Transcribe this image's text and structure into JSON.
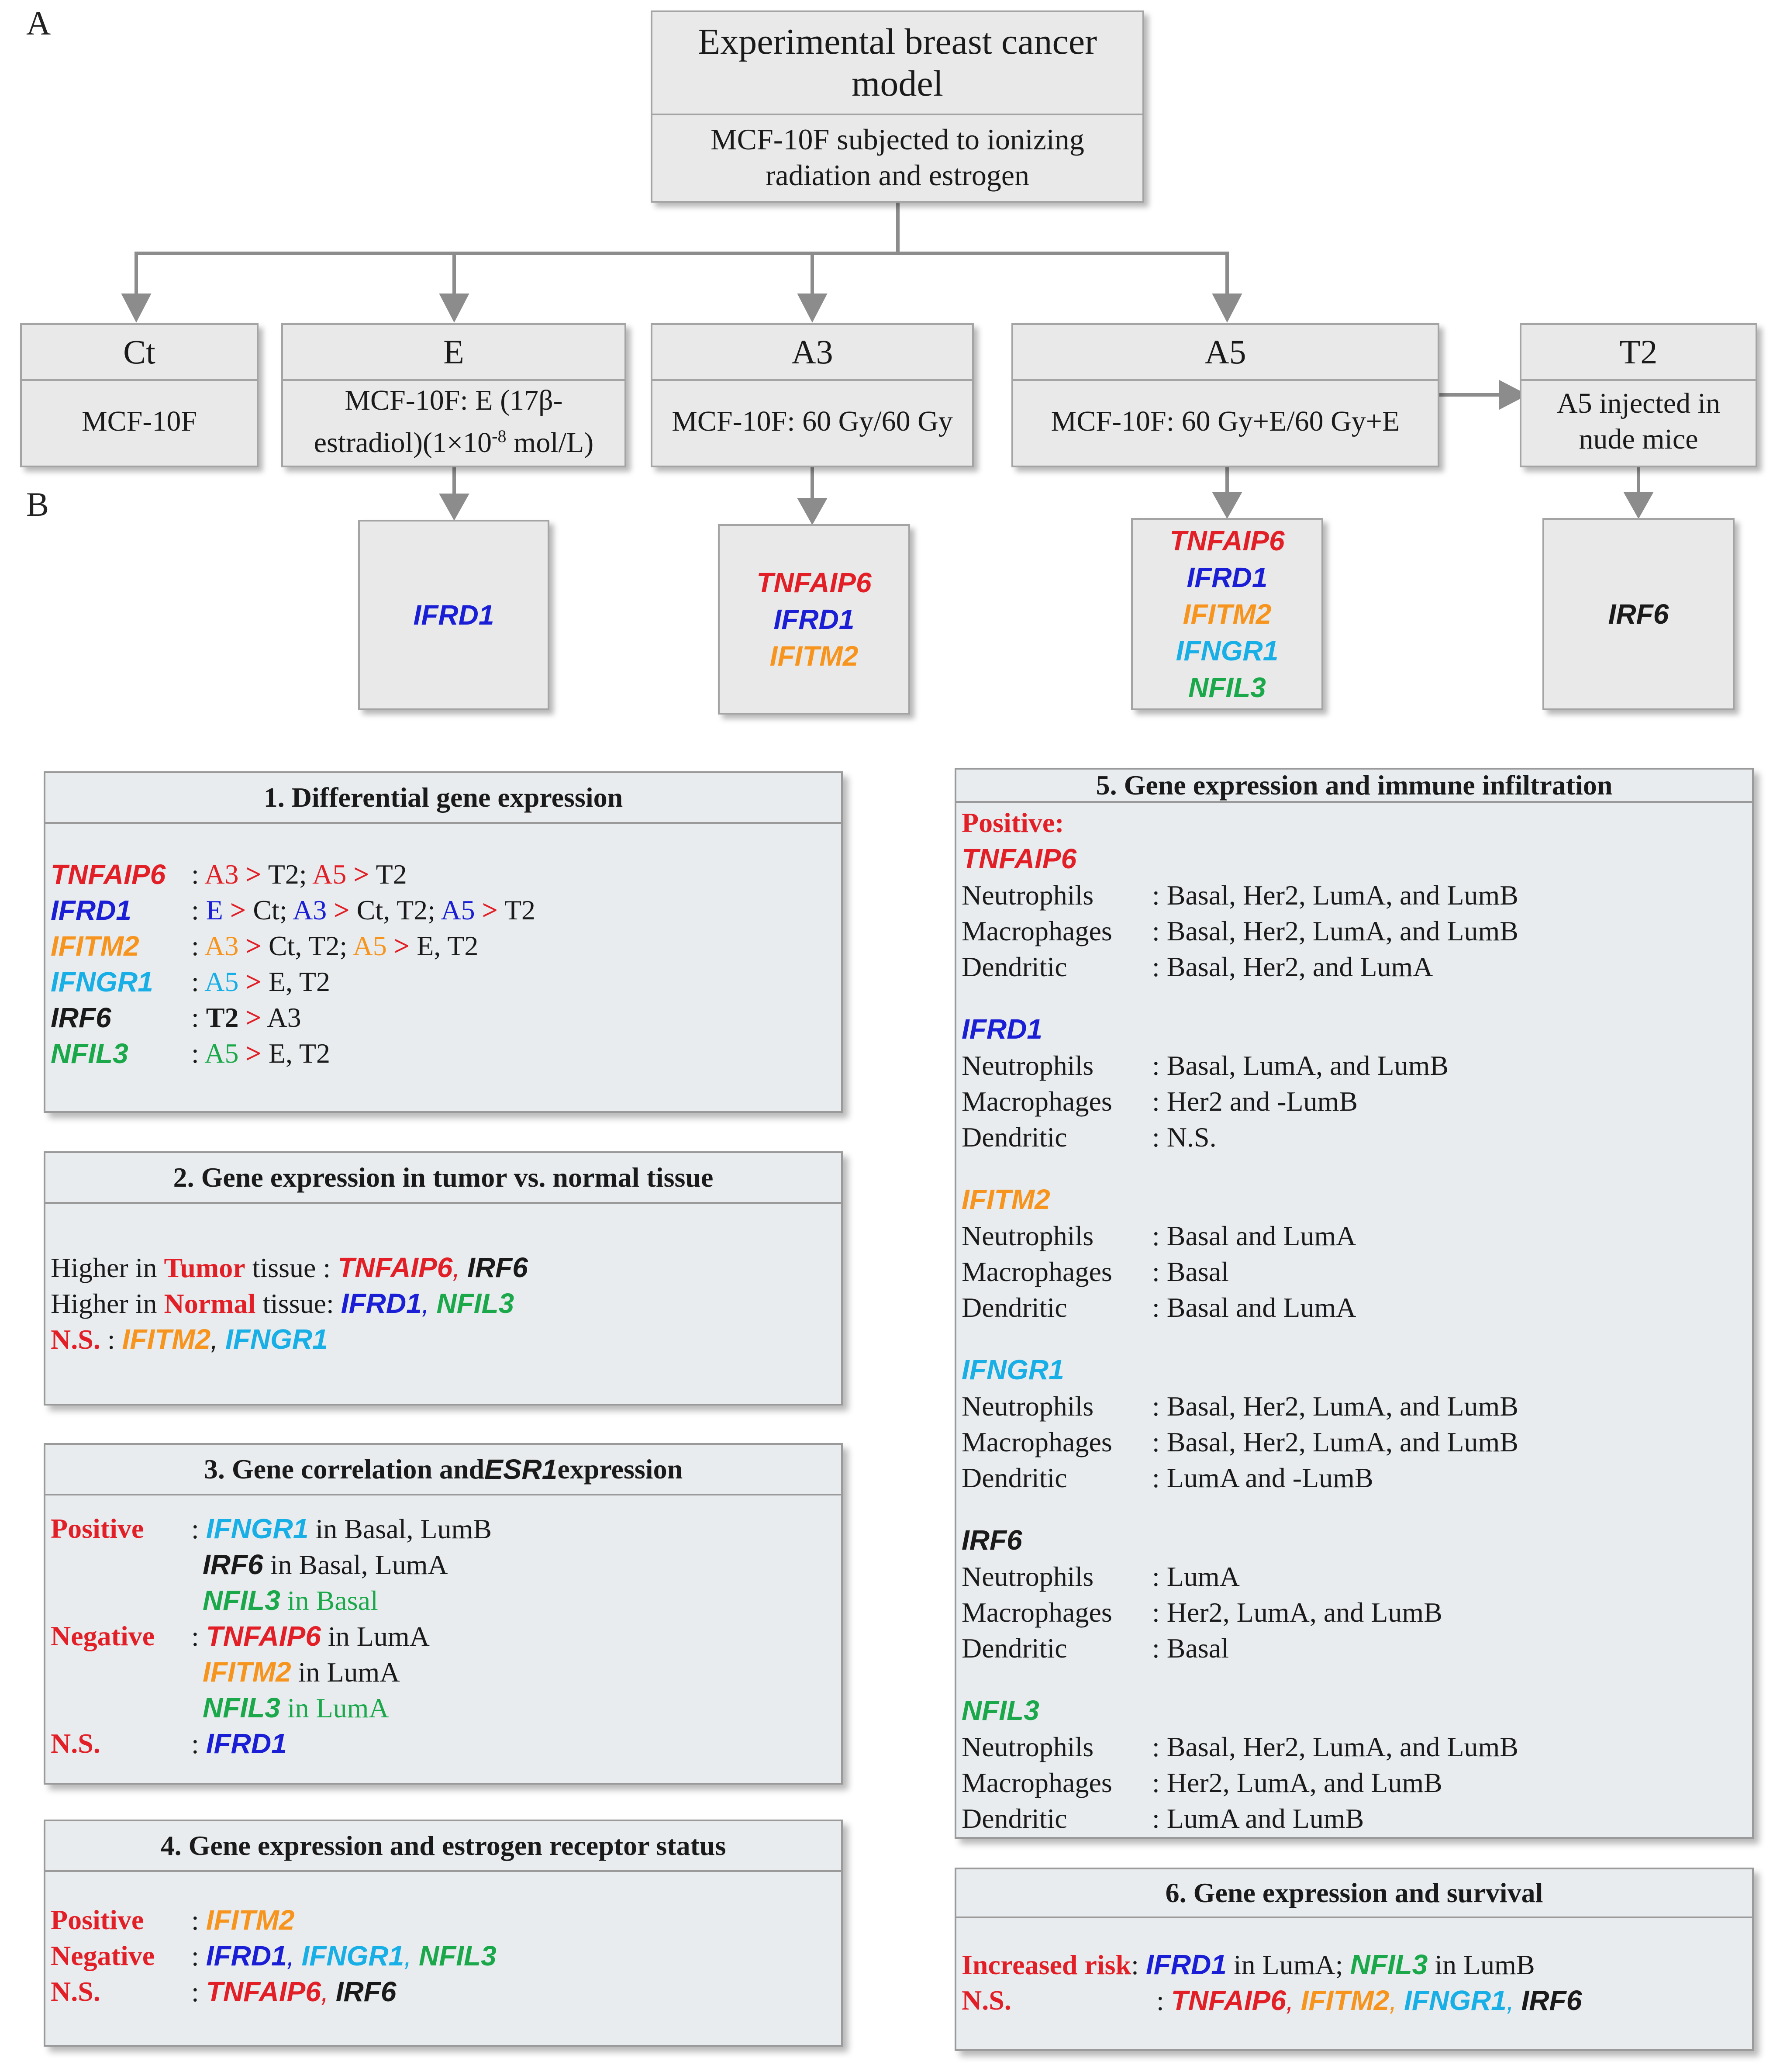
{
  "panel_a": "A",
  "panel_b": "B",
  "model": {
    "title_line1": "Experimental breast cancer",
    "title_line2": "model",
    "body_line1": "MCF-10F subjected to ionizing",
    "body_line2": "radiation and estrogen"
  },
  "cell_lines": [
    {
      "label": "Ct",
      "desc_line1": "MCF-10F",
      "desc_line2": ""
    },
    {
      "label": "E",
      "desc_line1": "MCF-10F: E (17β-",
      "desc_line2": "estradiol)(1×10",
      "desc_sup": "-8",
      "desc_tail": " mol/L)"
    },
    {
      "label": "A3",
      "desc_line1": "MCF-10F: 60 Gy/60 Gy",
      "desc_line2": ""
    },
    {
      "label": "A5",
      "desc_line1": "MCF-10F: 60 Gy+E/60 Gy+E",
      "desc_line2": ""
    },
    {
      "label": "T2",
      "desc_line1": "A5 injected in",
      "desc_line2": "nude mice"
    }
  ],
  "genes": {
    "TNFAIP6": "TNFAIP6",
    "IFRD1": "IFRD1",
    "IFITM2": "IFITM2",
    "IFNGR1": "IFNGR1",
    "IRF6": "IRF6",
    "NFIL3": "NFIL3",
    "ESR1": "ESR1"
  },
  "gene_colors": {
    "TNFAIP6": "#e21f26",
    "IFRD1": "#1a1fd6",
    "IFITM2": "#f7941d",
    "IFNGR1": "#18aee6",
    "IRF6": "#1a1a1a",
    "NFIL3": "#1aa84b"
  },
  "tokens": {
    "colon": ":",
    "gt": ">",
    "comma": ",",
    "semicolon": ";",
    "Ct": "Ct",
    "E": "E",
    "A3": "A3",
    "A5": "A5",
    "T2": "T2",
    "in_basal": "in Basal",
    "in_luma": "in LumA",
    "in_basal_lumb": "in Basal, LumB",
    "in_basal_luma": "in Basal, LumA",
    "in_lumb": "in LumB",
    "positive": "Positive",
    "negative": "Negative",
    "ns": "N.S."
  },
  "s1": {
    "title": "1. Differential gene expression"
  },
  "s2": {
    "title": "2. Gene expression in tumor vs. normal tissue",
    "r1_pre": "Higher in ",
    "r1_key": "Tumor",
    "r1_post": " tissue  : ",
    "r2_pre": "Higher in ",
    "r2_key": "Normal",
    "r2_post": " tissue: ",
    "r3_key": "N.S.",
    "r3_post": " : "
  },
  "s3": {
    "title_pre": "3. Gene correlation and ",
    "title_post": " expression"
  },
  "s4": {
    "title": "4. Gene expression and estrogen receptor status"
  },
  "s5": {
    "title": "5. Gene expression and immune infiltration",
    "positive_label": "Positive:",
    "cells": [
      "Neutrophils",
      "Macrophages",
      "Dendritic"
    ],
    "groups": [
      {
        "gene": "TNFAIP6",
        "values": [
          ": Basal, Her2, LumA, and LumB",
          ": Basal, Her2, LumA, and LumB",
          ": Basal, Her2, and LumA"
        ]
      },
      {
        "gene": "IFRD1",
        "values": [
          ": Basal, LumA, and LumB",
          ": Her2 and -LumB",
          ": N.S."
        ]
      },
      {
        "gene": "IFITM2",
        "values": [
          ": Basal and LumA",
          ": Basal",
          ": Basal and LumA"
        ]
      },
      {
        "gene": "IFNGR1",
        "values": [
          ": Basal, Her2, LumA, and LumB",
          ": Basal, Her2, LumA, and LumB",
          ": LumA and -LumB"
        ]
      },
      {
        "gene": "IRF6",
        "values": [
          ": LumA",
          ": Her2, LumA, and LumB",
          ": Basal"
        ]
      },
      {
        "gene": "NFIL3",
        "values": [
          ": Basal, Her2, LumA, and LumB",
          ": Her2, LumA, and LumB",
          ": LumA and LumB"
        ]
      }
    ]
  },
  "s6": {
    "title": "6. Gene expression and survival",
    "risk_label": "Increased risk",
    "in_luma": " in LumA; ",
    "in_lumb": " in LumB"
  }
}
